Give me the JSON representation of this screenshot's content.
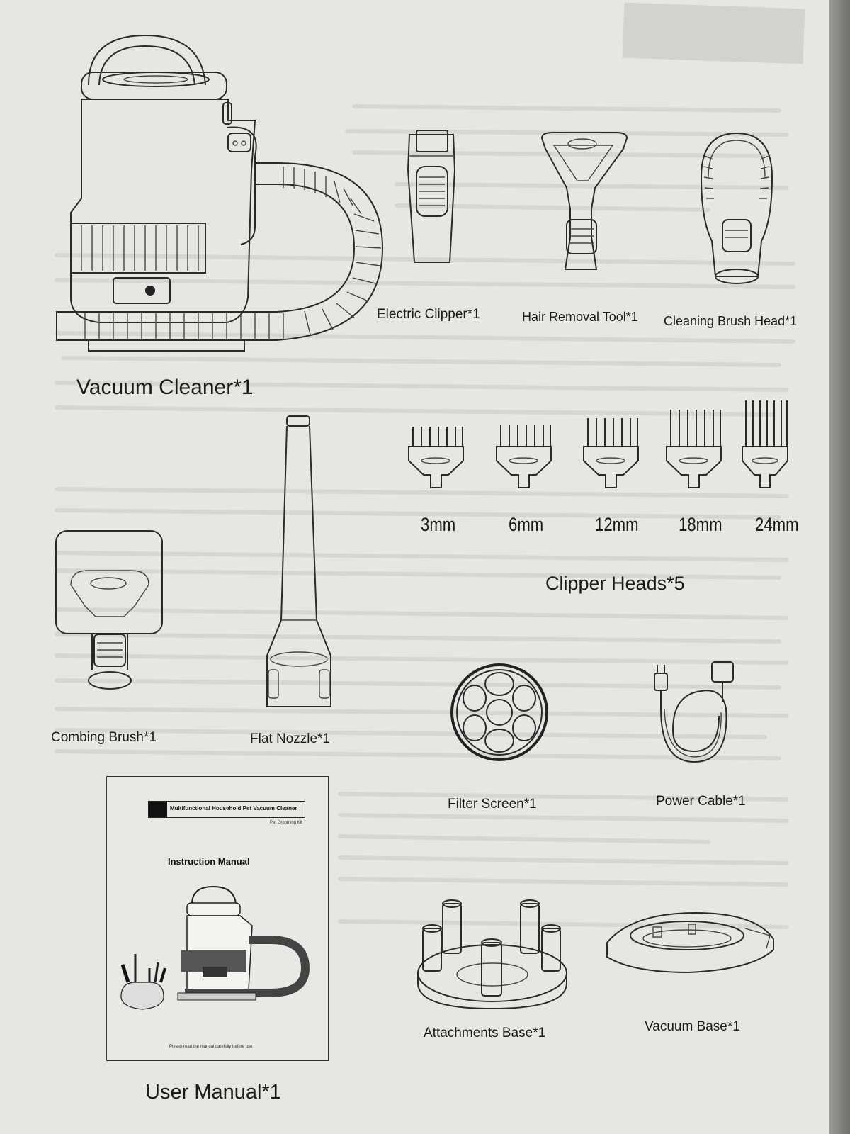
{
  "items": {
    "vacuum": "Vacuum Cleaner*1",
    "clipper": "Electric Clipper*1",
    "hair_tool": "Hair Removal Tool*1",
    "brush_head": "Cleaning Brush Head*1",
    "combing_brush": "Combing Brush*1",
    "flat_nozzle": "Flat Nozzle*1",
    "clipper_heads": "Clipper Heads*5",
    "filter": "Filter Screen*1",
    "power_cable": "Power Cable*1",
    "user_manual": "User Manual*1",
    "attachments_base": "Attachments Base*1",
    "vacuum_base": "Vacuum Base*1"
  },
  "clipper_sizes": [
    "3mm",
    "6mm",
    "12mm",
    "18mm",
    "24mm"
  ],
  "manual_cover": {
    "title": "Multifunctional Household Pet Vacuum Cleaner",
    "subtitle": "Pet Grooming Kit",
    "heading": "Instruction Manual",
    "footer": "Please read the manual carefully before use"
  }
}
